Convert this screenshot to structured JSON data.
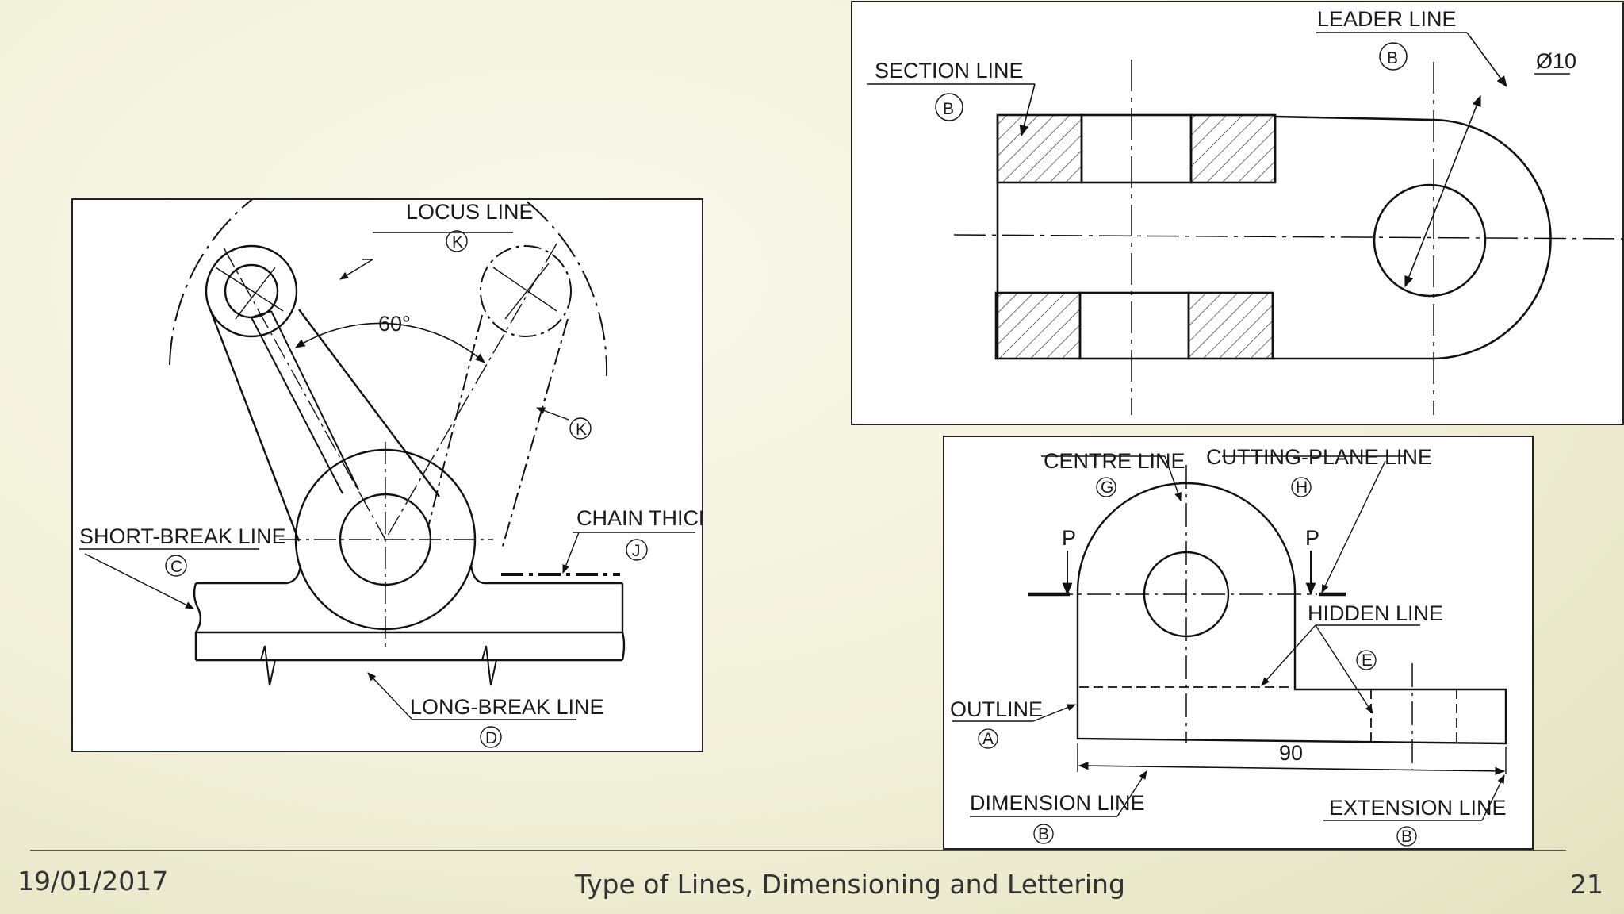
{
  "footer": {
    "date": "19/01/2017",
    "title": "Type of Lines, Dimensioning and Lettering",
    "page_number": "21"
  },
  "left_figure": {
    "locus_line": {
      "label": "LOCUS LINE",
      "code": "K"
    },
    "locus_code_2": "K",
    "angle": "60°",
    "short_break_line": {
      "label": "SHORT-BREAK LINE",
      "code": "C"
    },
    "chain_thick": {
      "label": "CHAIN THICK",
      "code": "J"
    },
    "long_break_line": {
      "label": "LONG-BREAK LINE",
      "code": "D"
    }
  },
  "top_right_figure": {
    "section_line": {
      "label": "SECTION LINE",
      "code": "B"
    },
    "leader_line": {
      "label": "LEADER LINE",
      "code": "B"
    },
    "diameter": "Ø10"
  },
  "bottom_right_figure": {
    "centre_line": {
      "label": "CENTRE LINE",
      "code": "G"
    },
    "cutting_plane_line": {
      "label": "CUTTING-PLANE LINE",
      "code": "H"
    },
    "section_mark_left": "P",
    "section_mark_right": "P",
    "hidden_line": {
      "label": "HIDDEN LINE",
      "code": "E"
    },
    "outline": {
      "label": "OUTLINE",
      "code": "A"
    },
    "dimension_value": "90",
    "dimension_line": {
      "label": "DIMENSION LINE",
      "code": "B"
    },
    "extension_line": {
      "label": "EXTENSION LINE",
      "code": "B"
    }
  }
}
